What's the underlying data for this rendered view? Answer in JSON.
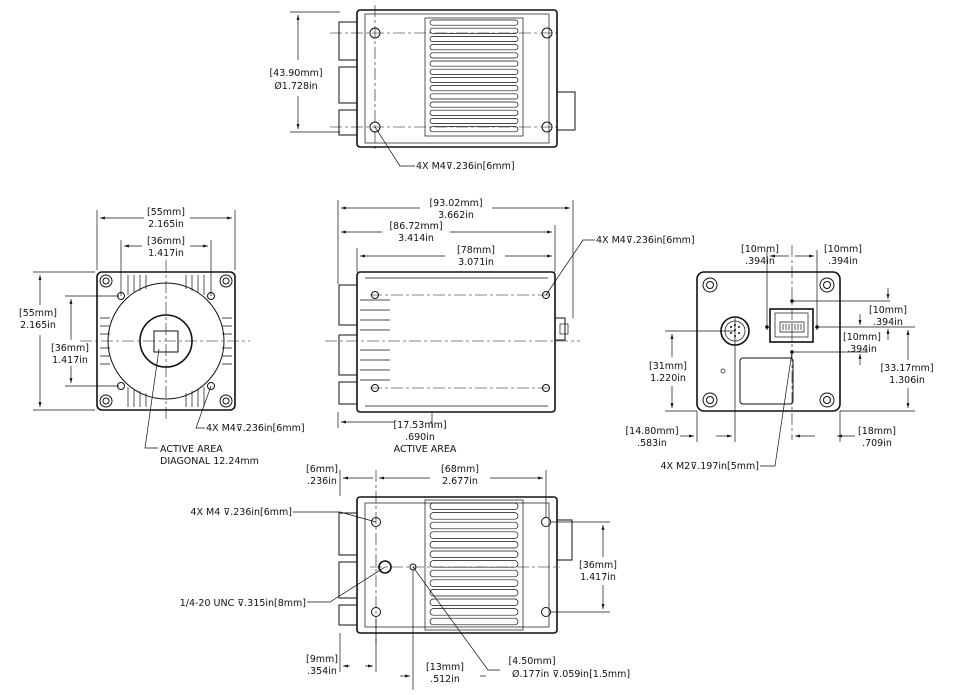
{
  "top_view": {
    "diameter_mm": "[43.90mm]",
    "diameter_in": "Ø1.728in",
    "hole_callout": "4X M4⊽.236in[6mm]"
  },
  "front_view": {
    "width_mm": "[55mm]",
    "width_in": "2.165in",
    "hole_spacing_mm": "[36mm]",
    "hole_spacing_in": "1.417in",
    "height_mm": "[55mm]",
    "height_in": "2.165in",
    "vert_spacing_mm": "[36mm]",
    "vert_spacing_in": "1.417in",
    "hole_callout": "4X M4⊽.236in[6mm]",
    "active_area_line1": "ACTIVE AREA",
    "active_area_line2": "DIAGONAL 12.24mm"
  },
  "side_view": {
    "overall_mm": "[93.02mm]",
    "overall_in": "3.662in",
    "length2_mm": "[86.72mm]",
    "length2_in": "3.414in",
    "body_mm": "[78mm]",
    "body_in": "3.071in",
    "hole_callout": "4X M4⊽.236in[6mm]",
    "active_mm": "[17.53mm]",
    "active_in": ".690in",
    "active_label": "ACTIVE AREA"
  },
  "back_view": {
    "left_10_mm": "[10mm]",
    "left_10_in": ".394in",
    "right_10_mm": "[10mm]",
    "right_10_in": ".394in",
    "top_10_mm": "[10mm]",
    "top_10_in": ".394in",
    "mid_10_mm": "[10mm]",
    "mid_10_in": ".394in",
    "h_31_mm": "[31mm]",
    "h_31_in": "1.220in",
    "h_3317_mm": "[33.17mm]",
    "h_3317_in": "1.306in",
    "w_1480_mm": "[14.80mm]",
    "w_1480_in": ".583in",
    "w_18_mm": "[18mm]",
    "w_18_in": ".709in",
    "hole_callout": "4X M2⊽.197in[5mm]"
  },
  "bottom_view": {
    "d6_mm": "[6mm]",
    "d6_in": ".236in",
    "d68_mm": "[68mm]",
    "d68_in": "2.677in",
    "d36_mm": "[36mm]",
    "d36_in": "1.417in",
    "hole_callout": "4X M4 ⊽.236in[6mm]",
    "tripod_callout": "1/4-20 UNC ⊽.315in[8mm]",
    "d9_mm": "[9mm]",
    "d9_in": ".354in",
    "d13_mm": "[13mm]",
    "d13_in": ".512in",
    "pin_mm": "[4.50mm]",
    "pin_in": "Ø.177in ⊽.059in[1.5mm]"
  }
}
